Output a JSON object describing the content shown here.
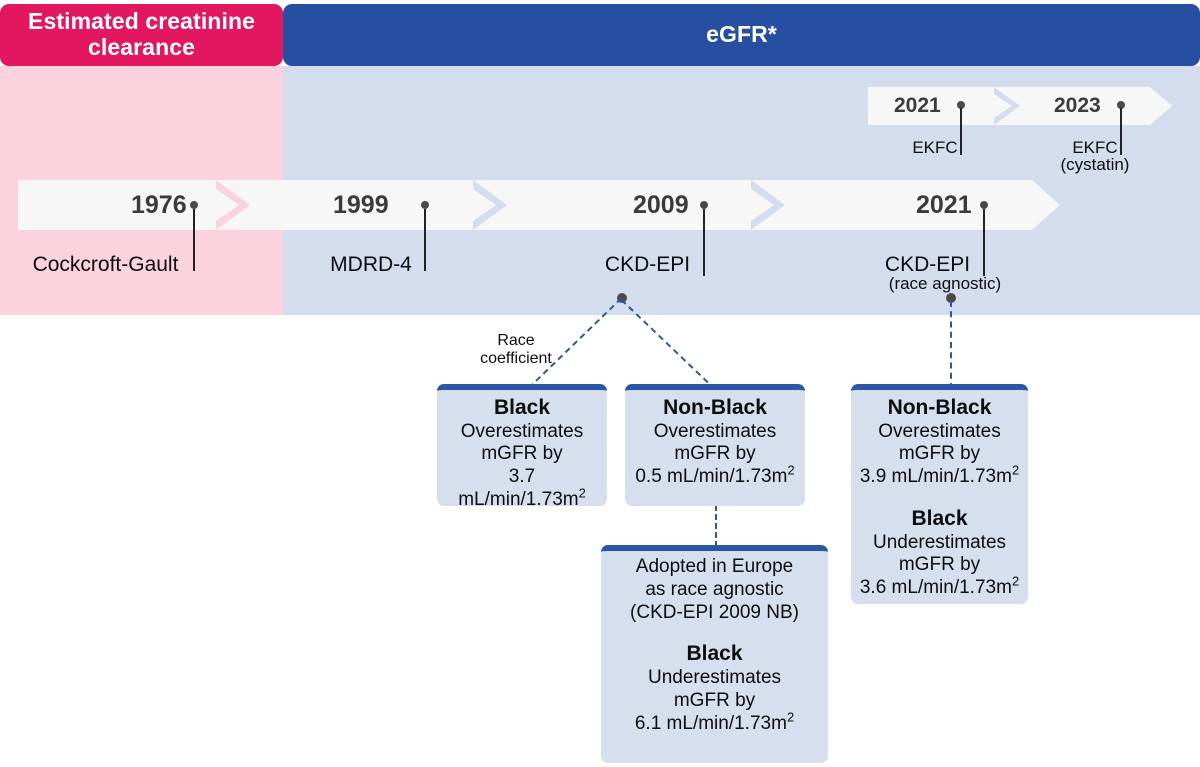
{
  "headers": {
    "left": "Estimated creatinine clearance",
    "right": "eGFR*"
  },
  "colors": {
    "header_pink": "#e2175f",
    "header_blue": "#274fa1",
    "panel_pink": "#fad3df",
    "panel_blue": "#d3dded",
    "bar": "#f7f7f7",
    "box_fill": "#d6dfee",
    "box_accent": "#2b57a4",
    "dash": "#2b57a4"
  },
  "timeline_top": [
    {
      "year": "2021",
      "label": "EKFC",
      "sublabel": ""
    },
    {
      "year": "2023",
      "label": "EKFC",
      "sublabel": "(cystatin)"
    }
  ],
  "timeline_main": [
    {
      "year": "1976",
      "label": "Cockcroft-Gault",
      "sublabel": ""
    },
    {
      "year": "1999",
      "label": "MDRD-4",
      "sublabel": ""
    },
    {
      "year": "2009",
      "label": "CKD-EPI",
      "sublabel": ""
    },
    {
      "year": "2021",
      "label": "CKD-EPI",
      "sublabel": "(race agnostic)"
    }
  ],
  "branch_label": {
    "line1": "Race",
    "line2": "coefficient"
  },
  "boxes": {
    "black_2009": {
      "title": "Black",
      "line1": "Overestimates",
      "line2": "mGFR by",
      "line3": "3.7 mL/min/1.73m",
      "line3_sup": "2"
    },
    "nonblack_2009": {
      "title": "Non-Black",
      "line1": "Overestimates",
      "line2": "mGFR by",
      "line3": "0.5 mL/min/1.73m",
      "line3_sup": "2"
    },
    "europe": {
      "line1": "Adopted in Europe",
      "line2": "as race agnostic",
      "line3": "(CKD-EPI 2009 NB)",
      "title2": "Black",
      "line4": "Underestimates",
      "line5": "mGFR by",
      "line6": "6.1 mL/min/1.73m",
      "line6_sup": "2"
    },
    "ckdepi_2021": {
      "title": "Non-Black",
      "line1": "Overestimates",
      "line2": "mGFR by",
      "line3": "3.9 mL/min/1.73m",
      "line3_sup": "2",
      "title2": "Black",
      "line4": "Underestimates",
      "line5": "mGFR by",
      "line6": "3.6 mL/min/1.73m",
      "line6_sup": "2"
    }
  }
}
